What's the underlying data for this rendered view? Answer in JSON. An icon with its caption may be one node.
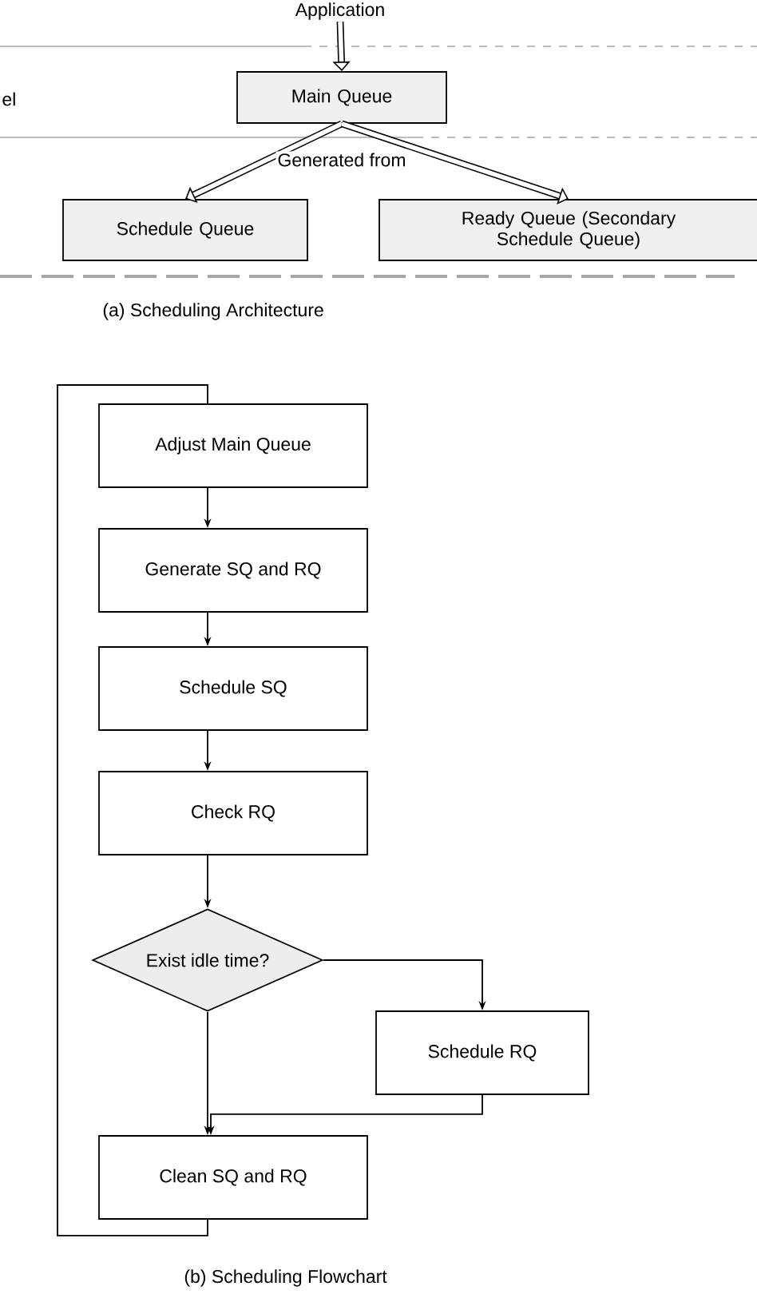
{
  "diagram": {
    "nodes": [
      {
        "text": [
          "Application"
        ]
      },
      {
        "text": [
          "Main Queue"
        ]
      },
      {
        "text": [
          "Schedule Queue"
        ]
      },
      {
        "text": [
          "Ready Queue (Secondary Schedule Queue)"
        ]
      },
      {
        "text": [
          "Adjust Main Queue"
        ]
      },
      {
        "text": [
          "Generate SQ and RQ"
        ]
      },
      {
        "text": [
          "Schedule SQ"
        ]
      },
      {
        "text": [
          "Check RQ"
        ]
      },
      {
        "text": [
          "Exist idle time?"
        ]
      },
      {
        "text": [
          "Schedule RQ"
        ]
      },
      {
        "text": [
          "Clean SQ and RQ"
        ]
      }
    ],
    "edges": [
      {
        "from": 0,
        "to": 1,
        "arrow": "to",
        "style": "thick"
      },
      {
        "from": 1,
        "to": 2,
        "arrow": "to",
        "style": "thick",
        "label": "Generated from"
      },
      {
        "from": 1,
        "to": 3,
        "arrow": "to",
        "style": "thick"
      },
      {
        "from": 4,
        "to": 5,
        "arrow": "to"
      },
      {
        "from": 5,
        "to": 6,
        "arrow": "to"
      },
      {
        "from": 6,
        "to": 7,
        "arrow": "to"
      },
      {
        "from": 7,
        "to": 8,
        "arrow": "to"
      },
      {
        "from": 8,
        "to": 9,
        "arrow": "to"
      },
      {
        "from": 8,
        "to": 10,
        "arrow": "to"
      },
      {
        "from": 9,
        "to": 10,
        "arrow": "to"
      },
      {
        "from": 10,
        "to": 4,
        "arrow": "none"
      }
    ],
    "labels": [
      "el",
      "(a)  Scheduling Architecture",
      "(b) Scheduling Flowchart"
    ]
  }
}
